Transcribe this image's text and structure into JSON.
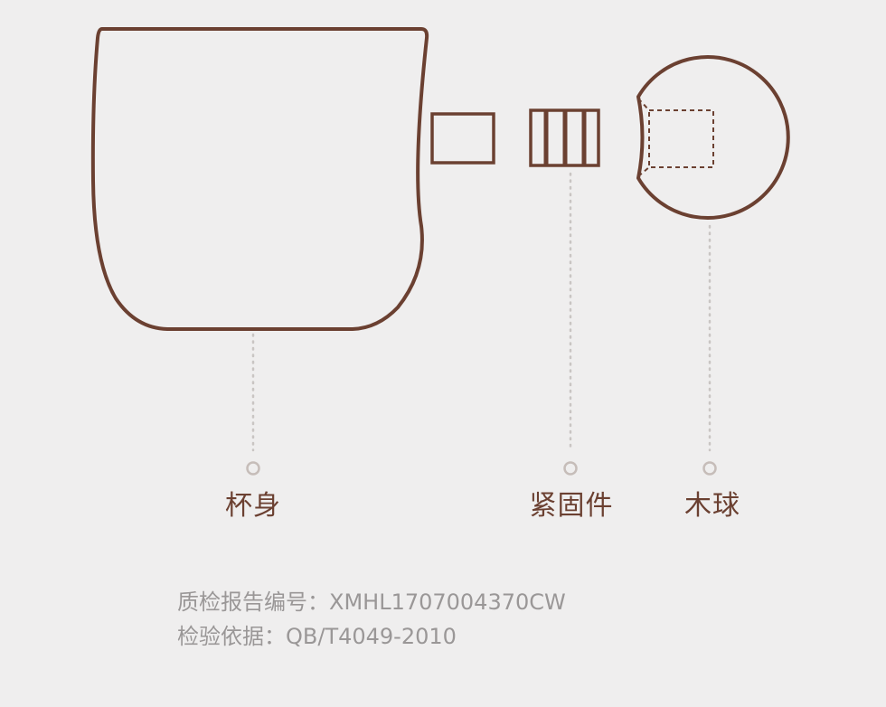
{
  "parts": {
    "body_label": "杯身",
    "fastener_label": "紧固件",
    "ball_label": "木球"
  },
  "info": {
    "report_label": "质检报告编号：",
    "report_value": "XMHL1707004370CW",
    "standard_label": "检验依据：",
    "standard_value": "QB/T4049-2010"
  },
  "colors": {
    "outline": "#6b4031",
    "leader": "#c9c5c3",
    "marker": "#c6bdb9",
    "background": "#efeeee",
    "info_text": "#9a9797"
  }
}
